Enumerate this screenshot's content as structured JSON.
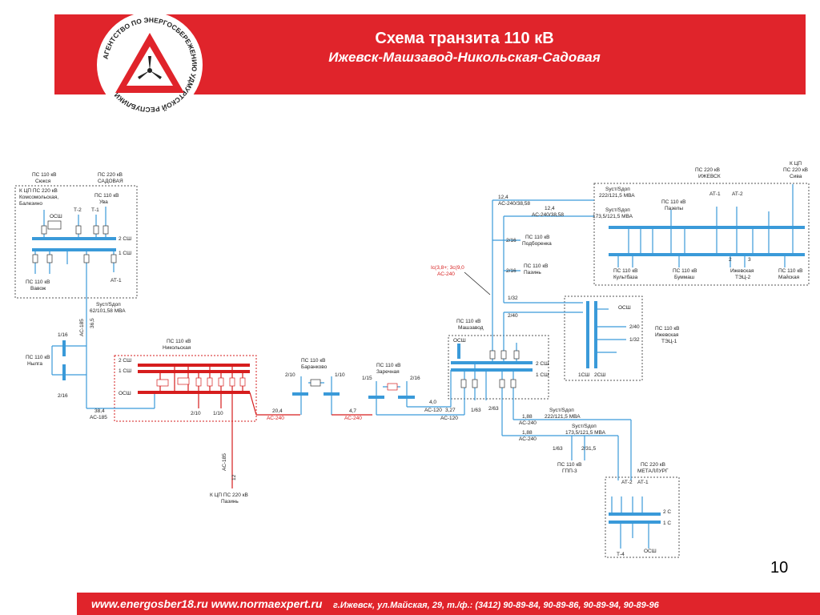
{
  "header": {
    "title": "Схема транзита 110 кВ",
    "subtitle": "Ижевск-Машзавод-Никольская-Садовая",
    "logo_text": "АГЕНТСТВО ПО ЭНЕРГОСБЕРЕЖЕНИЮ УДМУРТСКОЙ РЕСПУБЛИКИ",
    "brand_color": "#e0242b"
  },
  "footer": {
    "websites": "www.energosber18.ru www.normaexpert.ru",
    "address": "г.Ижевск, ул.Майская, 29, т./ф.: (3412) 90-89-84, 90-89-86, 90-89-94, 90-89-96"
  },
  "page_number": "10",
  "diagram": {
    "colors": {
      "bus": "#3a9ad9",
      "line": "#3a9ad9",
      "highlight": "#d61d1d",
      "box": "#555555"
    },
    "labels": {
      "sad_ps_skoki": "ПС 110 кВ",
      "sad_ps_skoki2": "Сюкся",
      "sad_ps220": "ПС 220 кВ",
      "sad_name": "САДОВАЯ",
      "sad_kcp": "К ЦП ПС 220 кВ",
      "sad_kcp2": "Комсомольская,",
      "sad_kcp3": "Балезино",
      "sad_osh": "ОСШ",
      "sad_t2": "Т-2",
      "sad_t1": "Т-1",
      "sad_uva": "ПС 110 кВ",
      "sad_uva2": "Ува",
      "sad_2sh": "2 СШ",
      "sad_1sh": "1 СШ",
      "sad_vavozh": "ПС 110 кВ",
      "sad_vavozh2": "Вавож",
      "sad_at1": "АТ-1",
      "sad_sust": "Sуст/Sдоп",
      "sad_sust2": "62/101,58 МВА",
      "sad_wire": "АС-185",
      "sad_len": "36,5",
      "nyl_ps": "ПС 110 кВ",
      "nyl_name": "Нылга",
      "nyl_116": "1/16",
      "nyl_216": "2/16",
      "seg_384": "38,4",
      "seg_ac185": "АС-185",
      "nik_ps": "ПС 110 кВ",
      "nik_name": "Никольская",
      "nik_2sh": "2 СШ",
      "nik_1sh": "1 СШ",
      "nik_osh": "ОСШ",
      "nik_210": "2/10",
      "nik_110": "1/10",
      "nik_wire": "АС-185",
      "nik_len": "12",
      "nik_kcp": "К ЦП ПС 220 кВ",
      "nik_kcp2": "Пазинь",
      "seg_204": "20,4",
      "seg_ac240a": "АС-240",
      "bar_ps": "ПС 110 кВ",
      "bar_name": "Баранково",
      "bar_210": "2/10",
      "bar_110": "1/10",
      "seg_47": "4,7",
      "seg_ac240b": "АС-240",
      "zar_ps": "ПС 110 кВ",
      "zar_name": "Заречная",
      "zar_115": "1/15",
      "zar_216": "2/16",
      "seg_40": "4,0",
      "seg_ac120a": "АС-120",
      "seg_327": "3,27",
      "seg_ac120b": "АС-120",
      "mash_ps": "ПС 110 кВ",
      "mash_name": "Машзавод",
      "mash_osh": "ОСШ",
      "mash_2sh": "2 СШ",
      "mash_1sh": "1 СШ",
      "mash_163": "1/63",
      "mash_263": "2/63",
      "top_124a": "12,4",
      "top_ac240a": "АС-240/38,58",
      "top_124b": "12,4",
      "top_ac240b": "АС-240/38,58",
      "pod_ps": "ПС 110 кВ",
      "pod_name": "Подборенка",
      "pod_216": "2/16",
      "par_ps": "ПС 110 кВ",
      "par_name": "Пазинь",
      "par_216": "2/16",
      "red_note": "Ic(3,8+; 3с(9,0",
      "red_note2": "АС-240",
      "tec_132": "1/32",
      "tec_240": "2/40",
      "tec_osh": "ОСШ",
      "tec_240b": "2/40",
      "tec_132b": "1/32",
      "tec_1sh": "1СШ",
      "tec_2sh": "2СШ",
      "tec_ps": "ПС 110 кВ",
      "tec_name": "Ижевская",
      "tec_name2": "ТЭЦ-1",
      "izh_ps220": "ПС 220 кВ",
      "izh_name": "ИЖЕВСК",
      "izh_kcp": "К ЦП",
      "izh_kcp2": "ПС 220 кВ",
      "izh_kcp3": "Сива",
      "izh_at1": "АТ-1",
      "izh_at2": "АТ-2",
      "izh_sust": "Sуст/Sдоп",
      "izh_sust2": "222/121,5 МВА",
      "izh_sust3": "Sуст/Sдоп",
      "izh_sust4": "173,5/121,5 МВА",
      "izh_pazely": "ПС 110 кВ",
      "izh_pazely2": "Пазелы",
      "izh_kulb": "ПС 110 кВ",
      "izh_kulb2": "Культбаза",
      "izh_bum": "ПС 110 кВ",
      "izh_bum2": "Буммаш",
      "izh_tec2": "Ижевская",
      "izh_tec22": "ТЭЦ-2",
      "izh_may": "ПС 110 кВ",
      "izh_may2": "Майская",
      "izh_2": "2",
      "izh_3": "3",
      "met_188a": "1,88",
      "met_ac240a": "АС-240",
      "met_188b": "1,88",
      "met_ac240b": "АС-240",
      "met_sust": "Sуст/Sдоп",
      "met_sust2": "222/121,5 МВА",
      "met_sust3": "Sуст/Sдоп",
      "met_sust4": "173,5/121,5 МВА",
      "gpp_163": "1/63",
      "gpp_2315": "2/31,5",
      "gpp_ps": "ПС 110 кВ",
      "gpp_name": "ГПП-3",
      "met_ps": "ПС 220 кВ",
      "met_name": "МЕТАЛЛУРГ",
      "met_at2": "АТ-2",
      "met_at1": "АТ-1",
      "met_2s": "2 С",
      "met_1s": "1 С",
      "met_t4": "Т-4",
      "met_osh": "ОСШ"
    }
  }
}
